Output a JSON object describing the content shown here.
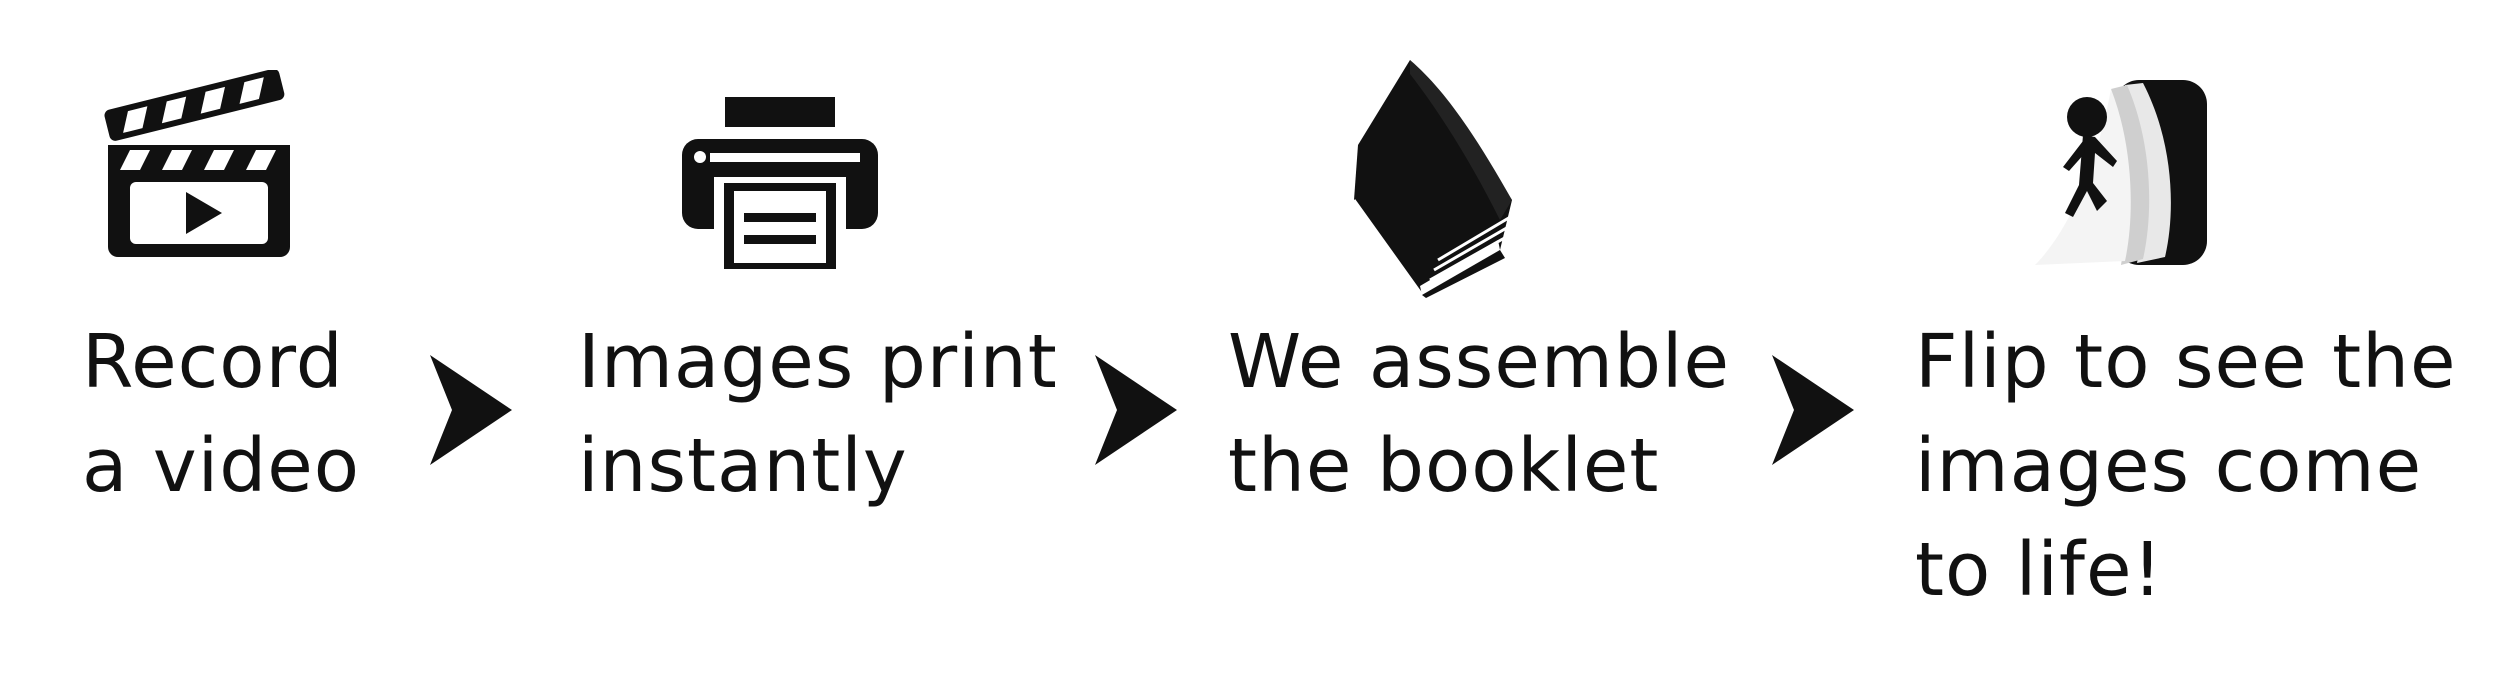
{
  "process": {
    "steps": [
      {
        "icon": "clapperboard-icon",
        "label": "Record\na video"
      },
      {
        "icon": "printer-icon",
        "label": "Images print\ninstantly"
      },
      {
        "icon": "book-icon",
        "label": "We assemble\nthe booklet"
      },
      {
        "icon": "flipbook-icon",
        "label": "Flip to see the\nimages come\nto life!"
      }
    ],
    "arrow_icon": "chevron-right-icon",
    "colors": {
      "ink": "#111111",
      "background": "#ffffff"
    }
  }
}
